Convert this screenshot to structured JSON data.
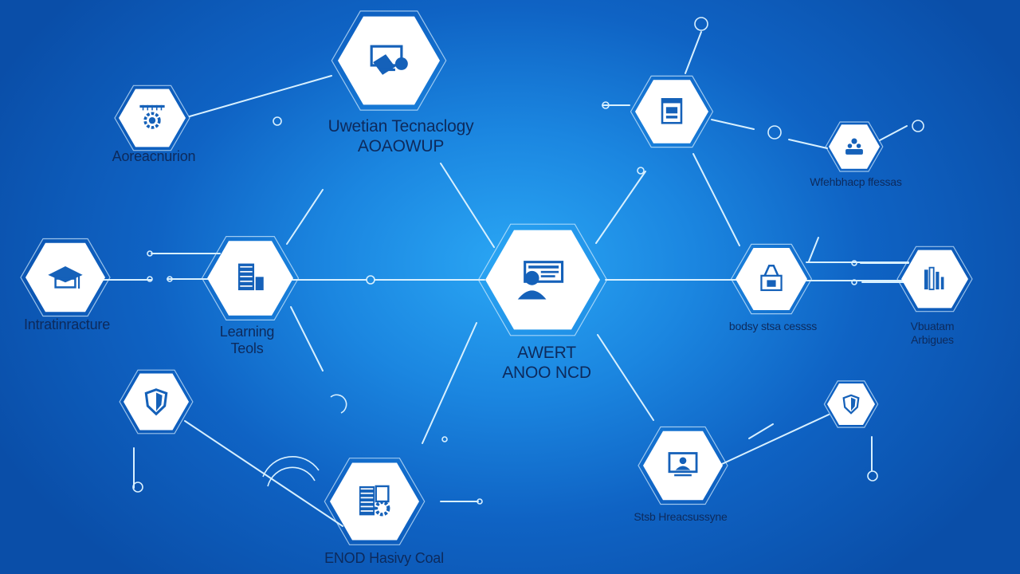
{
  "nodes": [
    {
      "id": "automation",
      "label_lines": [
        "Aoreacnurion"
      ],
      "icon": "gear-icon"
    },
    {
      "id": "top-monitor",
      "label_lines": [],
      "icon": "monitor-icon"
    },
    {
      "id": "title",
      "label_lines": [
        "Uwetian Tecnaclogy",
        "AOAOWUP"
      ],
      "icon": ""
    },
    {
      "id": "right-top",
      "label_lines": [],
      "icon": "document-icon"
    },
    {
      "id": "far-right-top",
      "label_lines": [
        "Wfehbhacp ffessas"
      ],
      "icon": "people-icon"
    },
    {
      "id": "infrastructure",
      "label_lines": [
        "Intratinracture"
      ],
      "icon": "graduation-cap-icon"
    },
    {
      "id": "learning-tools",
      "label_lines": [
        "Learning",
        "Teols"
      ],
      "icon": "server-icon"
    },
    {
      "id": "center",
      "label_lines": [
        "AWERT",
        "ANOO NCD"
      ],
      "icon": "person-card-icon"
    },
    {
      "id": "right-mid",
      "label_lines": [
        "bodsy stsa cessss"
      ],
      "icon": "bag-icon"
    },
    {
      "id": "far-right-mid",
      "label_lines": [
        "Vbuatam",
        "Arbigues"
      ],
      "icon": "books-icon"
    },
    {
      "id": "shield-left",
      "label_lines": [],
      "icon": "shield-icon"
    },
    {
      "id": "bottom-center",
      "label_lines": [
        "ENOD Hasivy Coal"
      ],
      "icon": "server-gear-icon"
    },
    {
      "id": "bottom-right",
      "label_lines": [
        "Stsb Hreacsussyne"
      ],
      "icon": "monitor-user-icon"
    },
    {
      "id": "shield-right",
      "label_lines": [],
      "icon": "shield-icon"
    }
  ],
  "colors": {
    "line": "#d8f0ff",
    "hex_fill": "#ffffff",
    "icon": "#1561b9",
    "label": "#0d2a5c"
  }
}
